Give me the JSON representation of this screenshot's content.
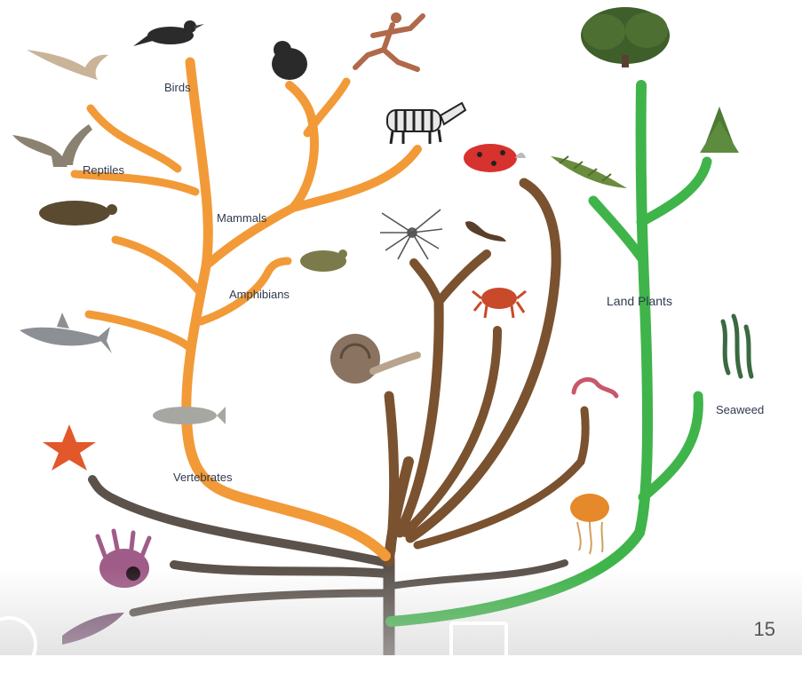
{
  "labels": {
    "birds": "Birds",
    "reptiles": "Reptiles",
    "mammals": "Mammals",
    "amphibians": "Amphibians",
    "vertebrates": "Vertebrates",
    "land_plants": "Land Plants",
    "seaweed": "Seaweed"
  },
  "slide_number": "15",
  "colors": {
    "vertebrate_branch": "#f29a38",
    "invertebrate_branch": "#7a5230",
    "plant_branch": "#3fb44a",
    "basal_branch": "#5b524c",
    "label_text": "#2f3a4f"
  },
  "icons": [
    "crow-icon",
    "pterosaur-icon",
    "dinosaur-icon",
    "turtle-icon",
    "shark-icon",
    "coelacanth-icon",
    "gorilla-icon",
    "runner-icon",
    "zebra-icon",
    "frog-icon",
    "ladybug-icon",
    "spider-icon",
    "scorpion-icon",
    "crab-icon",
    "snail-icon",
    "worm-icon",
    "jellyfish-icon",
    "starfish-icon",
    "sea-anemone-icon",
    "protist-icon",
    "oak-tree-icon",
    "fir-tree-icon",
    "fern-icon",
    "seaweed-icon"
  ]
}
